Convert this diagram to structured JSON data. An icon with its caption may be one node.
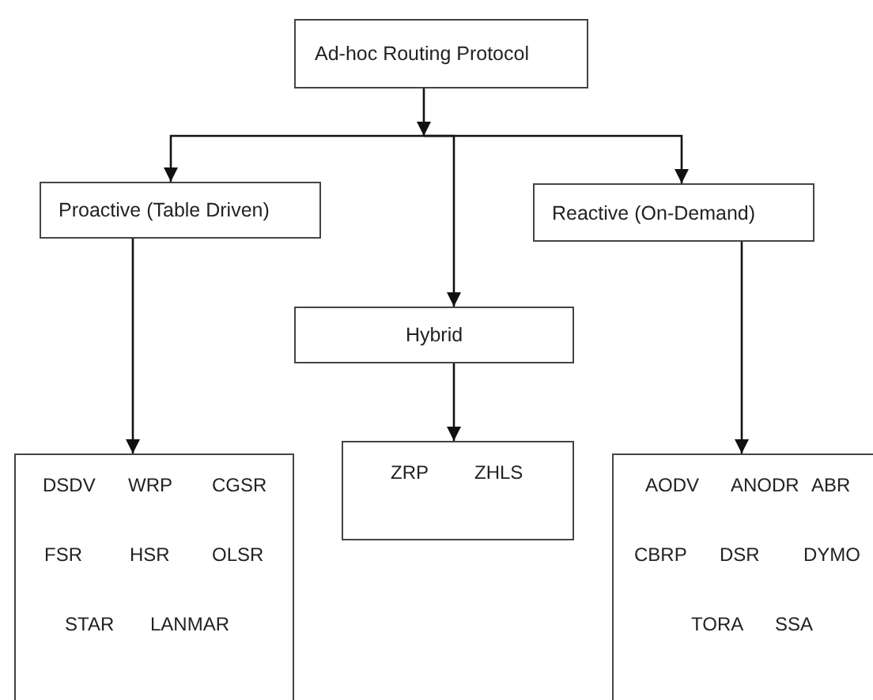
{
  "diagram": {
    "nodes": [
      {
        "text": [
          "Ad-hoc Routing Protocol"
        ]
      },
      {
        "text": [
          "Proactive (Table Driven)"
        ]
      },
      {
        "text": [
          "Hybrid"
        ]
      },
      {
        "text": [
          "Reactive (On-Demand)"
        ]
      },
      {
        "text": [
          "DSDV",
          "WRP",
          "CGSR",
          "FSR",
          "HSR",
          "OLSR",
          "STAR",
          "LANMAR"
        ]
      },
      {
        "text": [
          "ZRP",
          "ZHLS"
        ]
      },
      {
        "text": [
          "AODV",
          "ANODR",
          "ABR",
          "CBRP",
          "DSR",
          "DYMO",
          "TORA",
          "SSA"
        ]
      }
    ],
    "edges": [
      {
        "from": 0,
        "to": 1,
        "arrow": "to"
      },
      {
        "from": 0,
        "to": 2,
        "arrow": "to"
      },
      {
        "from": 0,
        "to": 3,
        "arrow": "to"
      },
      {
        "from": 1,
        "to": 4,
        "arrow": "to"
      },
      {
        "from": 2,
        "to": 5,
        "arrow": "to"
      },
      {
        "from": 3,
        "to": 6,
        "arrow": "to"
      }
    ]
  }
}
